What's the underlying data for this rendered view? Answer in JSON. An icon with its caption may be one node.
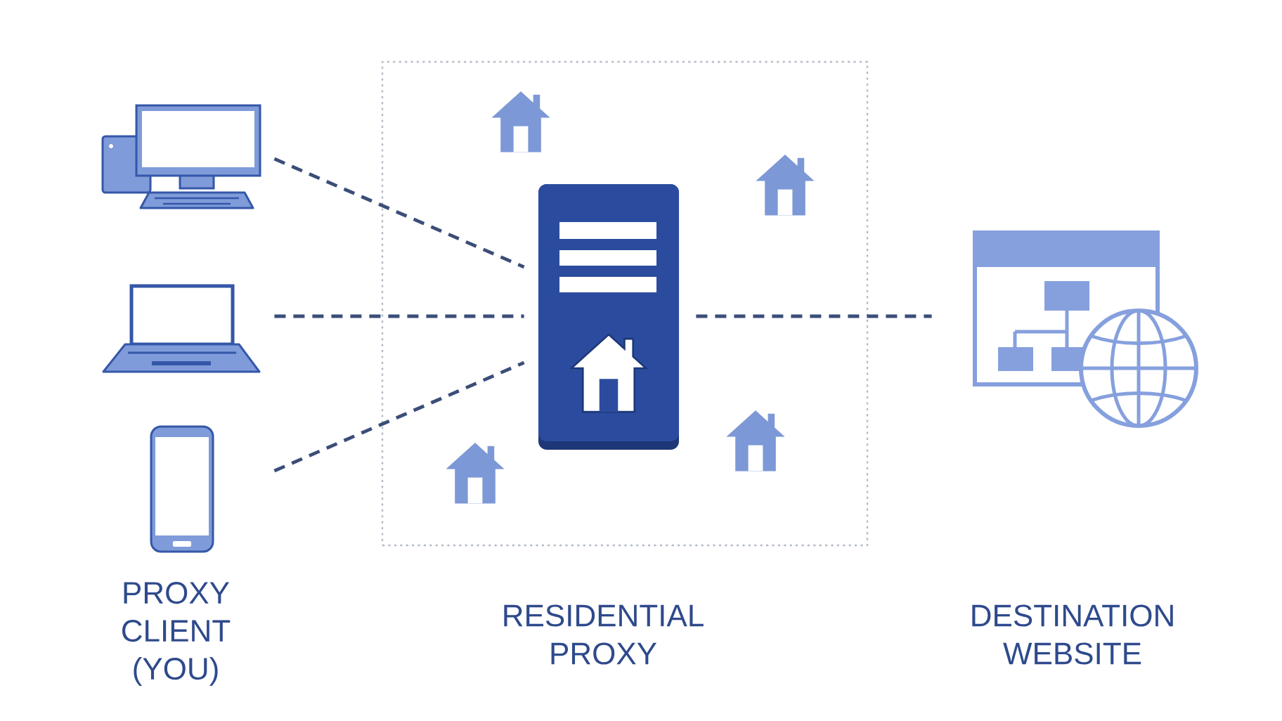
{
  "diagram": {
    "nodes": [
      {
        "text": [],
        "shape": "picture"
      },
      {
        "text": [],
        "shape": "picture"
      },
      {
        "text": [],
        "shape": "picture"
      },
      {
        "text": [],
        "shape": "box"
      },
      {
        "text": [],
        "shape": "picture",
        "in": 3
      },
      {
        "text": [],
        "shape": "picture"
      }
    ],
    "edges": [
      {
        "from": 0,
        "to": 4,
        "arrow": "none",
        "style": "dashed"
      },
      {
        "from": 1,
        "to": 4,
        "arrow": "none",
        "style": "dashed"
      },
      {
        "from": 2,
        "to": 4,
        "arrow": "none",
        "style": "dashed"
      },
      {
        "from": 4,
        "to": 5,
        "arrow": "none",
        "style": "dashed"
      }
    ],
    "labels": [
      "PROXY CLIENT (YOU)",
      "RESIDENTIAL PROXY",
      "DESTINATION WEBSITE"
    ]
  }
}
